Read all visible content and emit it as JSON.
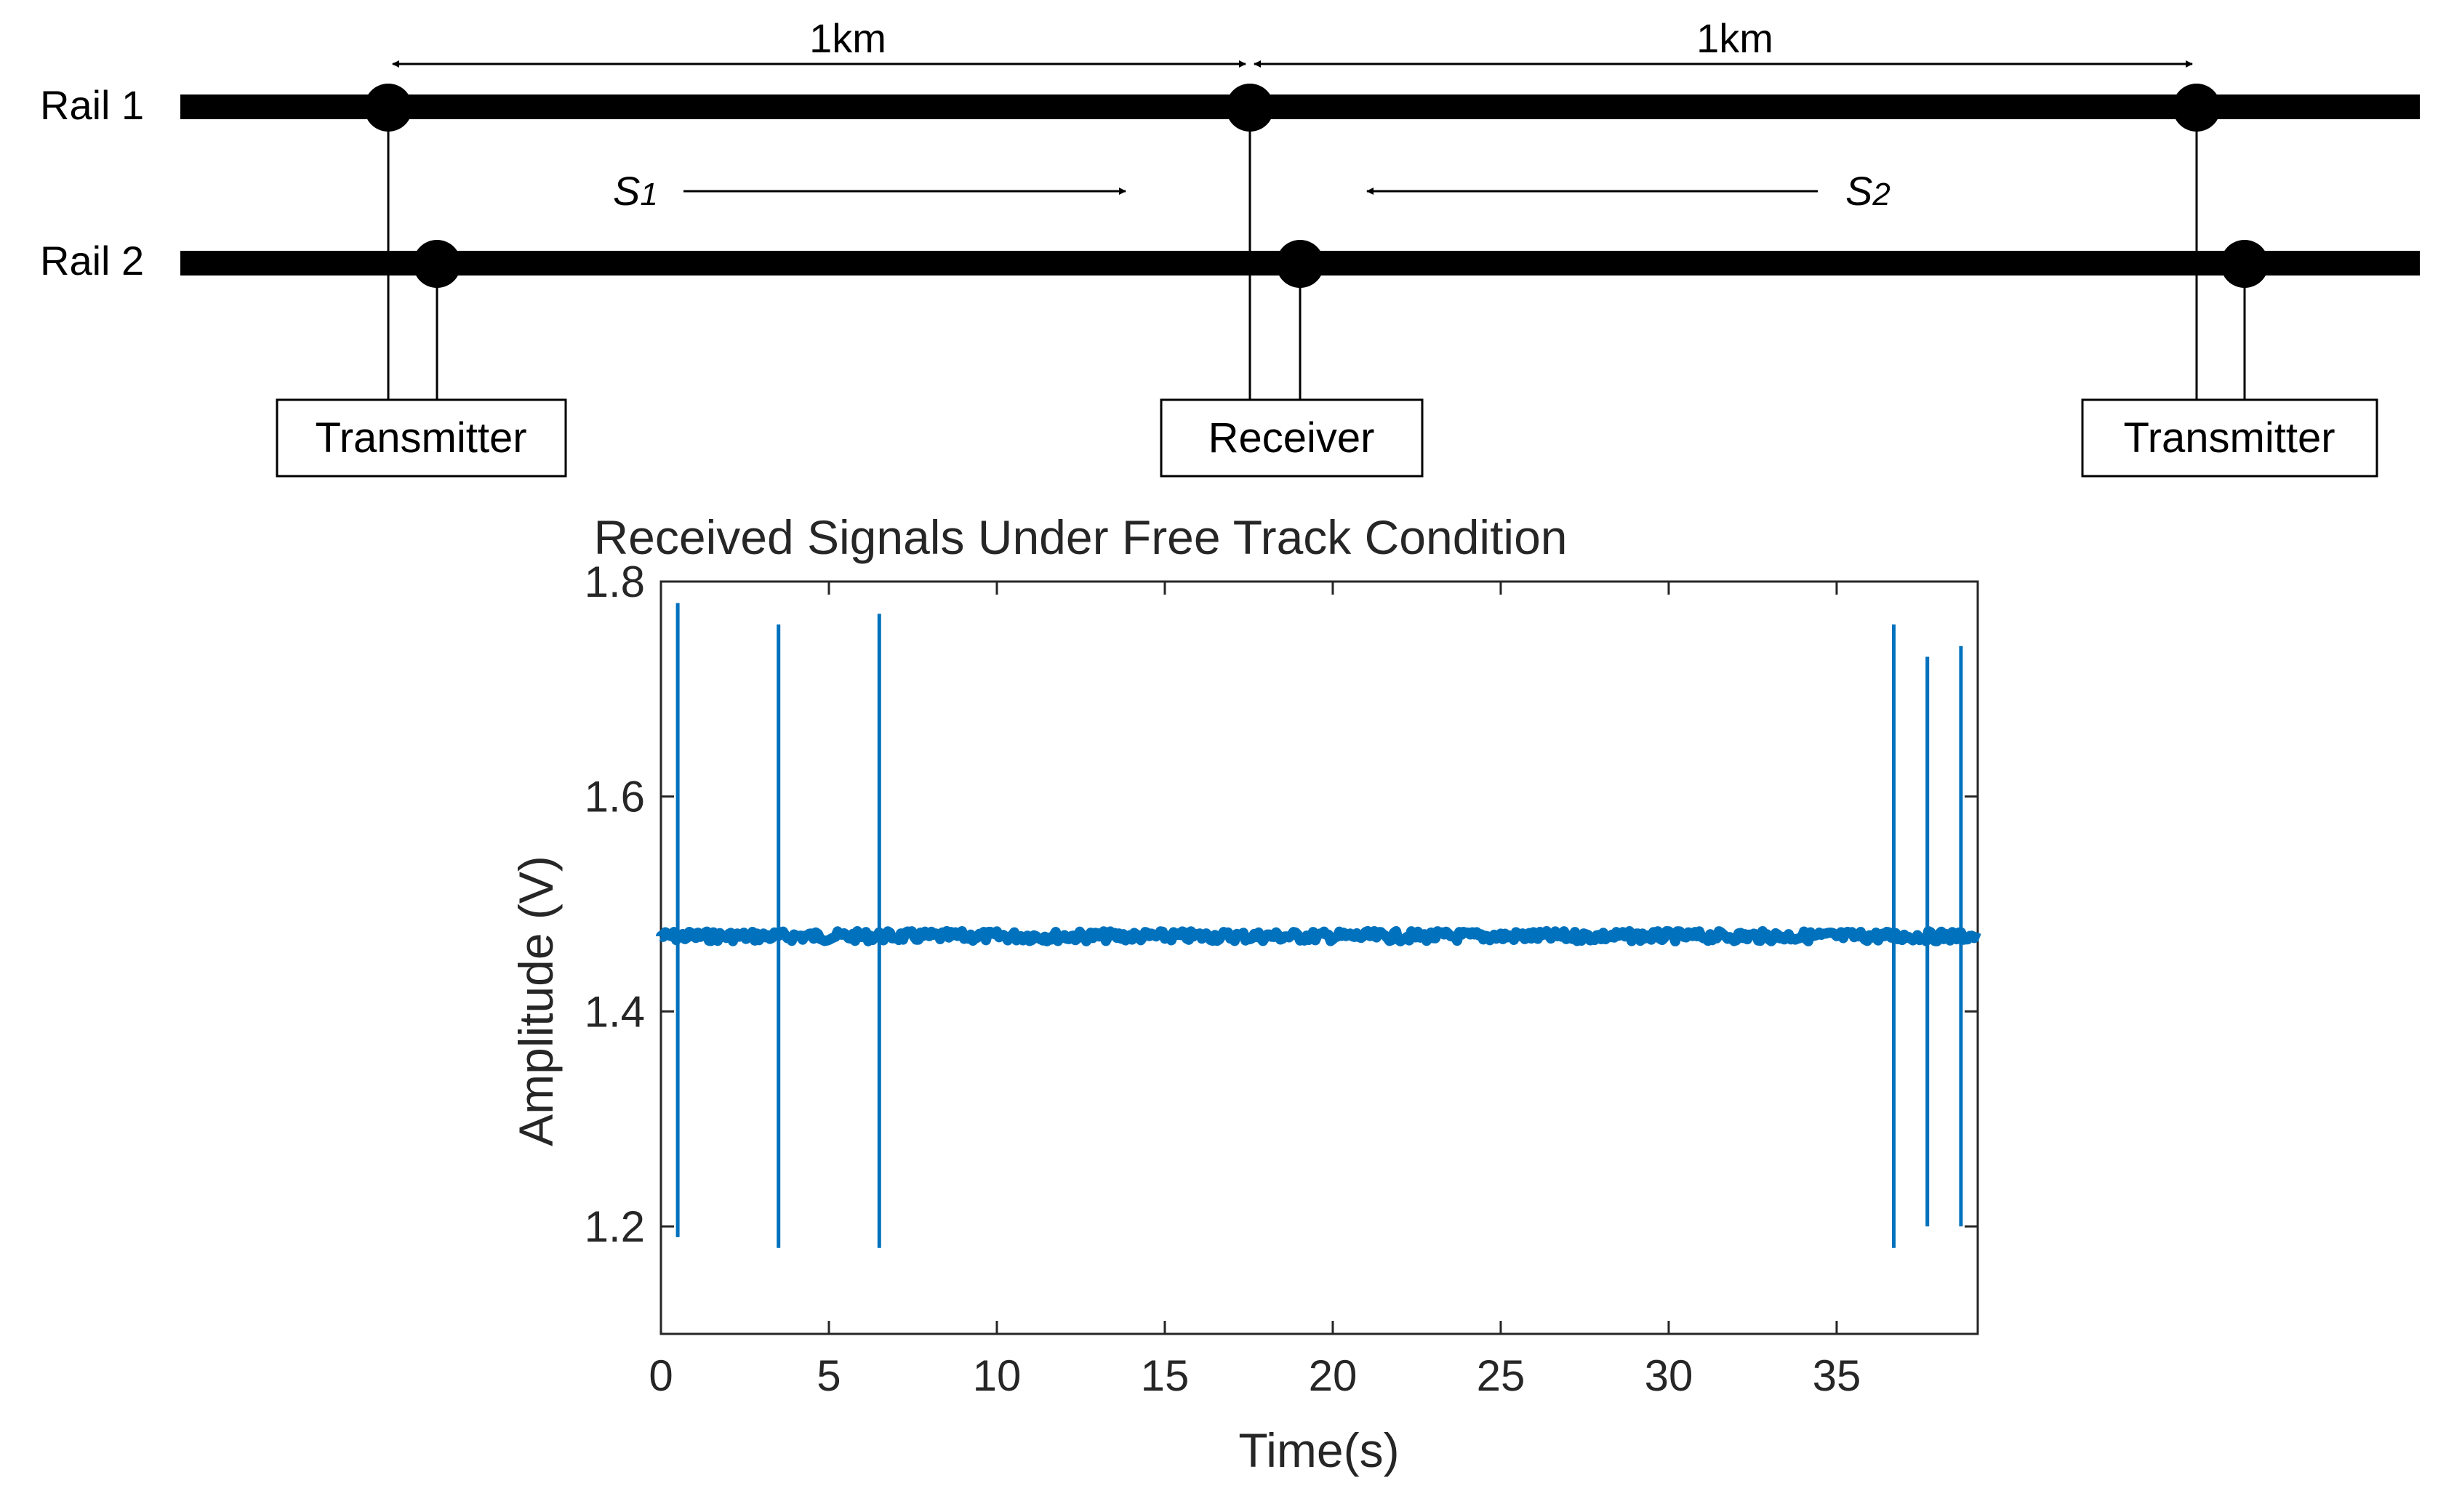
{
  "diagram": {
    "rail_labels": [
      "Rail 1",
      "Rail 2"
    ],
    "distance_labels": [
      "1km",
      "1km"
    ],
    "signal_labels": [
      {
        "letter": "S",
        "sub": "1"
      },
      {
        "letter": "S",
        "sub": "2"
      }
    ],
    "boxes": [
      "Transmitter",
      "Receiver",
      "Transmitter"
    ],
    "colors": {
      "line": "#000000"
    }
  },
  "chart_data": {
    "type": "line",
    "title": "Received Signals Under Free Track Condition",
    "xlabel": "Time(s)",
    "ylabel": "Amplitude (V)",
    "xlim": [
      0,
      39.2
    ],
    "ylim": [
      1.1,
      1.8
    ],
    "xticks": [
      0,
      5,
      10,
      15,
      20,
      25,
      30,
      35
    ],
    "yticks": [
      1.2,
      1.4,
      1.6,
      1.8
    ],
    "xtick_labels": [
      "0",
      "5",
      "10",
      "15",
      "20",
      "25",
      "30",
      "35"
    ],
    "ytick_labels": [
      "1.2",
      "1.4",
      "1.6",
      "1.8"
    ],
    "grid": false,
    "color": "#0072BD",
    "baseline": 1.47,
    "series": [
      {
        "values": [
          {
            "x": 0.5,
            "high": 1.78,
            "low": 1.19
          },
          {
            "x": 3.5,
            "high": 1.76,
            "low": 1.18
          },
          {
            "x": 6.5,
            "high": 1.77,
            "low": 1.18
          },
          {
            "x": 36.7,
            "high": 1.76,
            "low": 1.18
          },
          {
            "x": 37.7,
            "high": 1.73,
            "low": 1.2
          },
          {
            "x": 38.7,
            "high": 1.74,
            "low": 1.2
          }
        ]
      }
    ]
  }
}
